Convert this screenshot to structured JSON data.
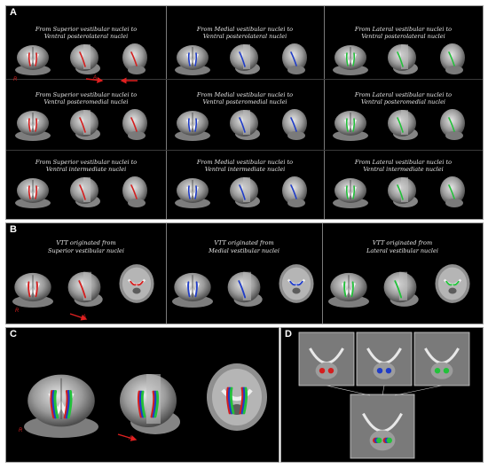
{
  "panels": {
    "A": {
      "label": "A",
      "captions": [
        [
          "From Superior vestibular nuclei to",
          "Ventral posterolateral nuclei"
        ],
        [
          "From Medial vestibular nuclei to",
          "Ventral posterolateral nuclei"
        ],
        [
          "From Lateral vestibular nuclei to",
          "Ventral posterolateral nuclei"
        ],
        [
          "From Superior vestibular nuclei to",
          "Ventral posteromedial nuclei"
        ],
        [
          "From Medial vestibular nuclei to",
          "Ventral posteromedial nuclei"
        ],
        [
          "From Lateral vestibular nuclei to",
          "Ventral posteromedial nuclei"
        ],
        [
          "From Superior vestibular nuclei to",
          "Ventral intermediate nuclei"
        ],
        [
          "From Medial vestibular nuclei to",
          "Ventral intermediate nuclei"
        ],
        [
          "From Lateral vestibular nuclei to",
          "Ventral intermediate nuclei"
        ]
      ],
      "marks": {
        "r": "R",
        "a": "A"
      }
    },
    "B": {
      "label": "B",
      "captions": [
        [
          "VTT originated from",
          "Superior vestibular nuclei"
        ],
        [
          "VTT originated from",
          "Medial vestibular nuclei"
        ],
        [
          "VTT originated from",
          "Lateral vestibular nuclei"
        ]
      ],
      "marks": {
        "r": "R",
        "a": "A"
      }
    },
    "C": {
      "label": "C",
      "marks": {
        "r": "R",
        "a": "A"
      }
    },
    "D": {
      "label": "D"
    }
  },
  "colors": {
    "superior": "#d41e1e",
    "medial": "#1f3cc8",
    "lateral": "#22c13a",
    "arrow": "#e02020"
  }
}
